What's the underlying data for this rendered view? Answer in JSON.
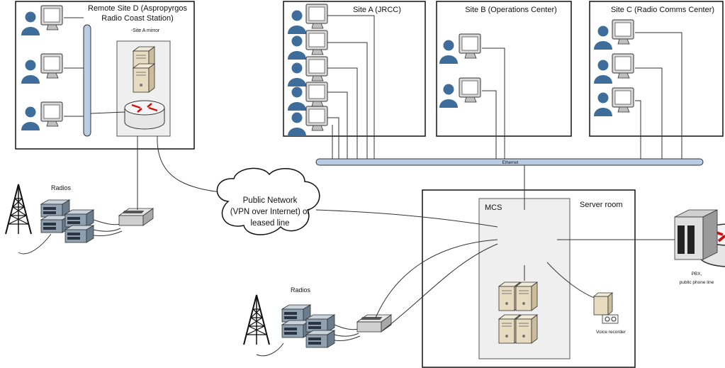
{
  "sites": {
    "remote_d": {
      "title_line1": "Remote Site D (Aspropyrgos",
      "title_line2": "Radio Coast Station)",
      "mirror_label": "-Site A mirror"
    },
    "site_a": {
      "title": "Site A (JRCC)"
    },
    "site_b": {
      "title": "Site B (Operations Center)"
    },
    "site_c": {
      "title": "Site C (Radio Comms Center)"
    },
    "server_room": {
      "title": "Server room",
      "mcs_label": "MCS"
    }
  },
  "ethernet_label": "Ethernet",
  "cloud": {
    "line1": "Public Network",
    "line2": "(VPN over Internet) or",
    "line3": "leased line"
  },
  "radios_left": "Radios",
  "radios_bottom": "Radios",
  "pbx": {
    "line1": "PBX,",
    "line2": "public phone line"
  },
  "voice_recorder": "Voice recorder",
  "colors": {
    "user": "#3e6d9c",
    "bus": "#b8cce4",
    "mirror_bg": "#efefef",
    "arrow": "#cc1111"
  }
}
